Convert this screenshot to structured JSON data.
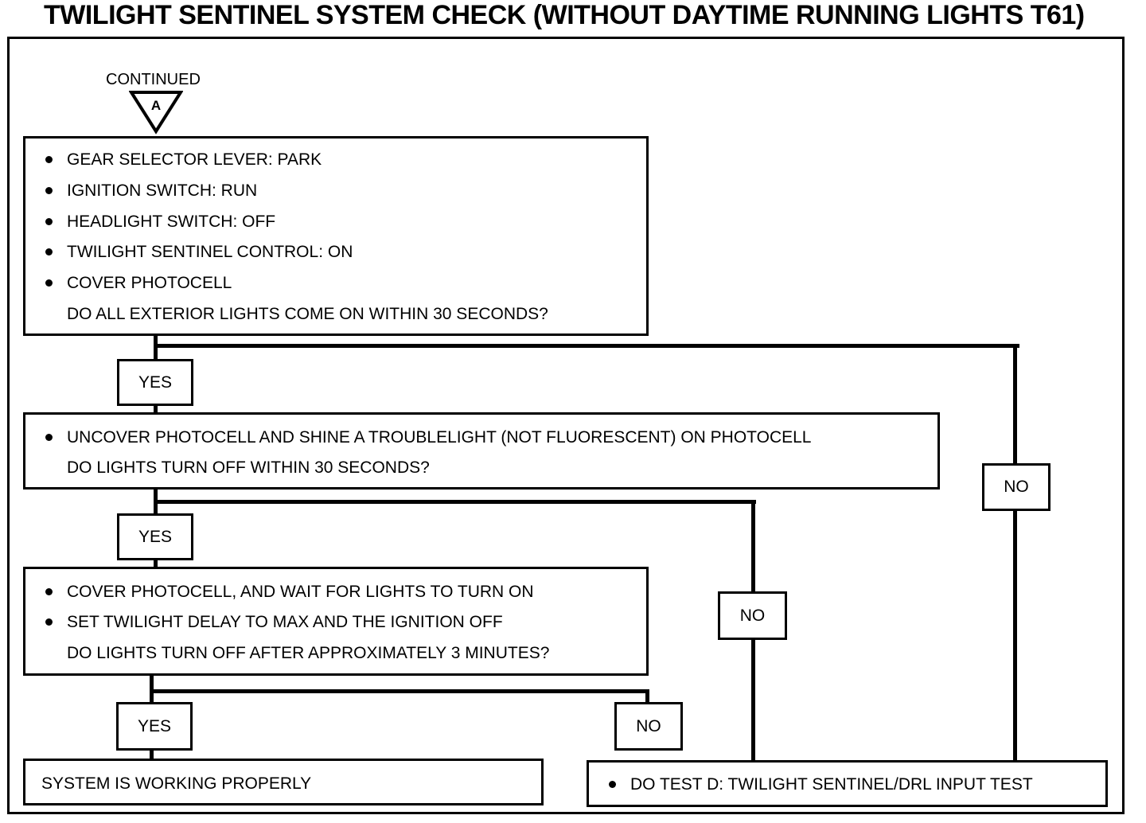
{
  "title": "TWILIGHT SENTINEL SYSTEM CHECK (WITHOUT DAYTIME RUNNING LIGHTS T61)",
  "connector": {
    "label": "CONTINUED",
    "letter": "A"
  },
  "step1": {
    "items": [
      "GEAR SELECTOR LEVER: PARK",
      "IGNITION SWITCH: RUN",
      "HEADLIGHT SWITCH: OFF",
      "TWILIGHT SENTINEL CONTROL: ON",
      "COVER PHOTOCELL"
    ],
    "question": "DO ALL EXTERIOR LIGHTS COME ON WITHIN 30 SECONDS?"
  },
  "step2": {
    "items": [
      "UNCOVER PHOTOCELL AND SHINE A TROUBLELIGHT (NOT FLUORESCENT) ON PHOTOCELL"
    ],
    "question": "DO LIGHTS TURN OFF WITHIN 30 SECONDS?"
  },
  "step3": {
    "items": [
      "COVER PHOTOCELL, AND WAIT FOR LIGHTS TO TURN ON",
      "SET TWILIGHT DELAY TO MAX AND THE IGNITION OFF"
    ],
    "question": "DO LIGHTS TURN OFF AFTER APPROXIMATELY 3 MINUTES?"
  },
  "labels": {
    "yes": "YES",
    "no": "NO"
  },
  "result_ok": "SYSTEM IS WORKING PROPERLY",
  "result_test": "DO TEST D: TWILIGHT SENTINEL/DRL INPUT TEST"
}
